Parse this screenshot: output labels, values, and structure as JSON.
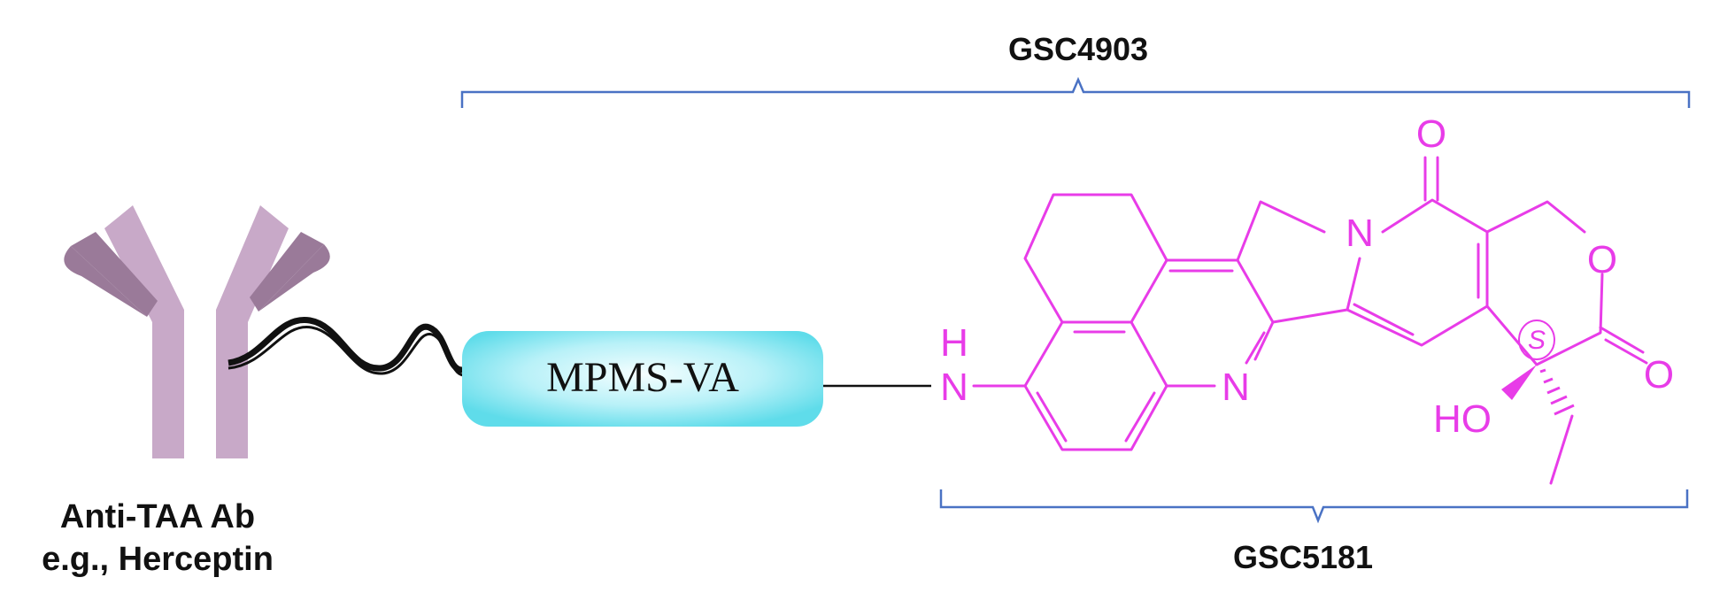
{
  "labels": {
    "top_bracket": "GSC4903",
    "bottom_bracket": "GSC5181",
    "antibody_line1": "Anti-TAA Ab",
    "antibody_line2": "e.g., Herceptin",
    "linker": "MPMS-VA"
  },
  "atoms": {
    "amine_h": "H",
    "amine_n": "N",
    "ring_n_quinoline": "N",
    "ring_n_lactam": "N",
    "ketone_o": "O",
    "ring_o": "O",
    "lactone_o": "O",
    "hydroxyl": "HO",
    "stereo": "S"
  },
  "colors": {
    "bracket": "#4a72c4",
    "molecule": "#e83ce8",
    "antibody_light": "#c8a9c8",
    "antibody_dark": "#9a7a99",
    "linker_fill_center": "#f2feff",
    "linker_fill_edge": "#5fdcea",
    "text": "#111111"
  }
}
